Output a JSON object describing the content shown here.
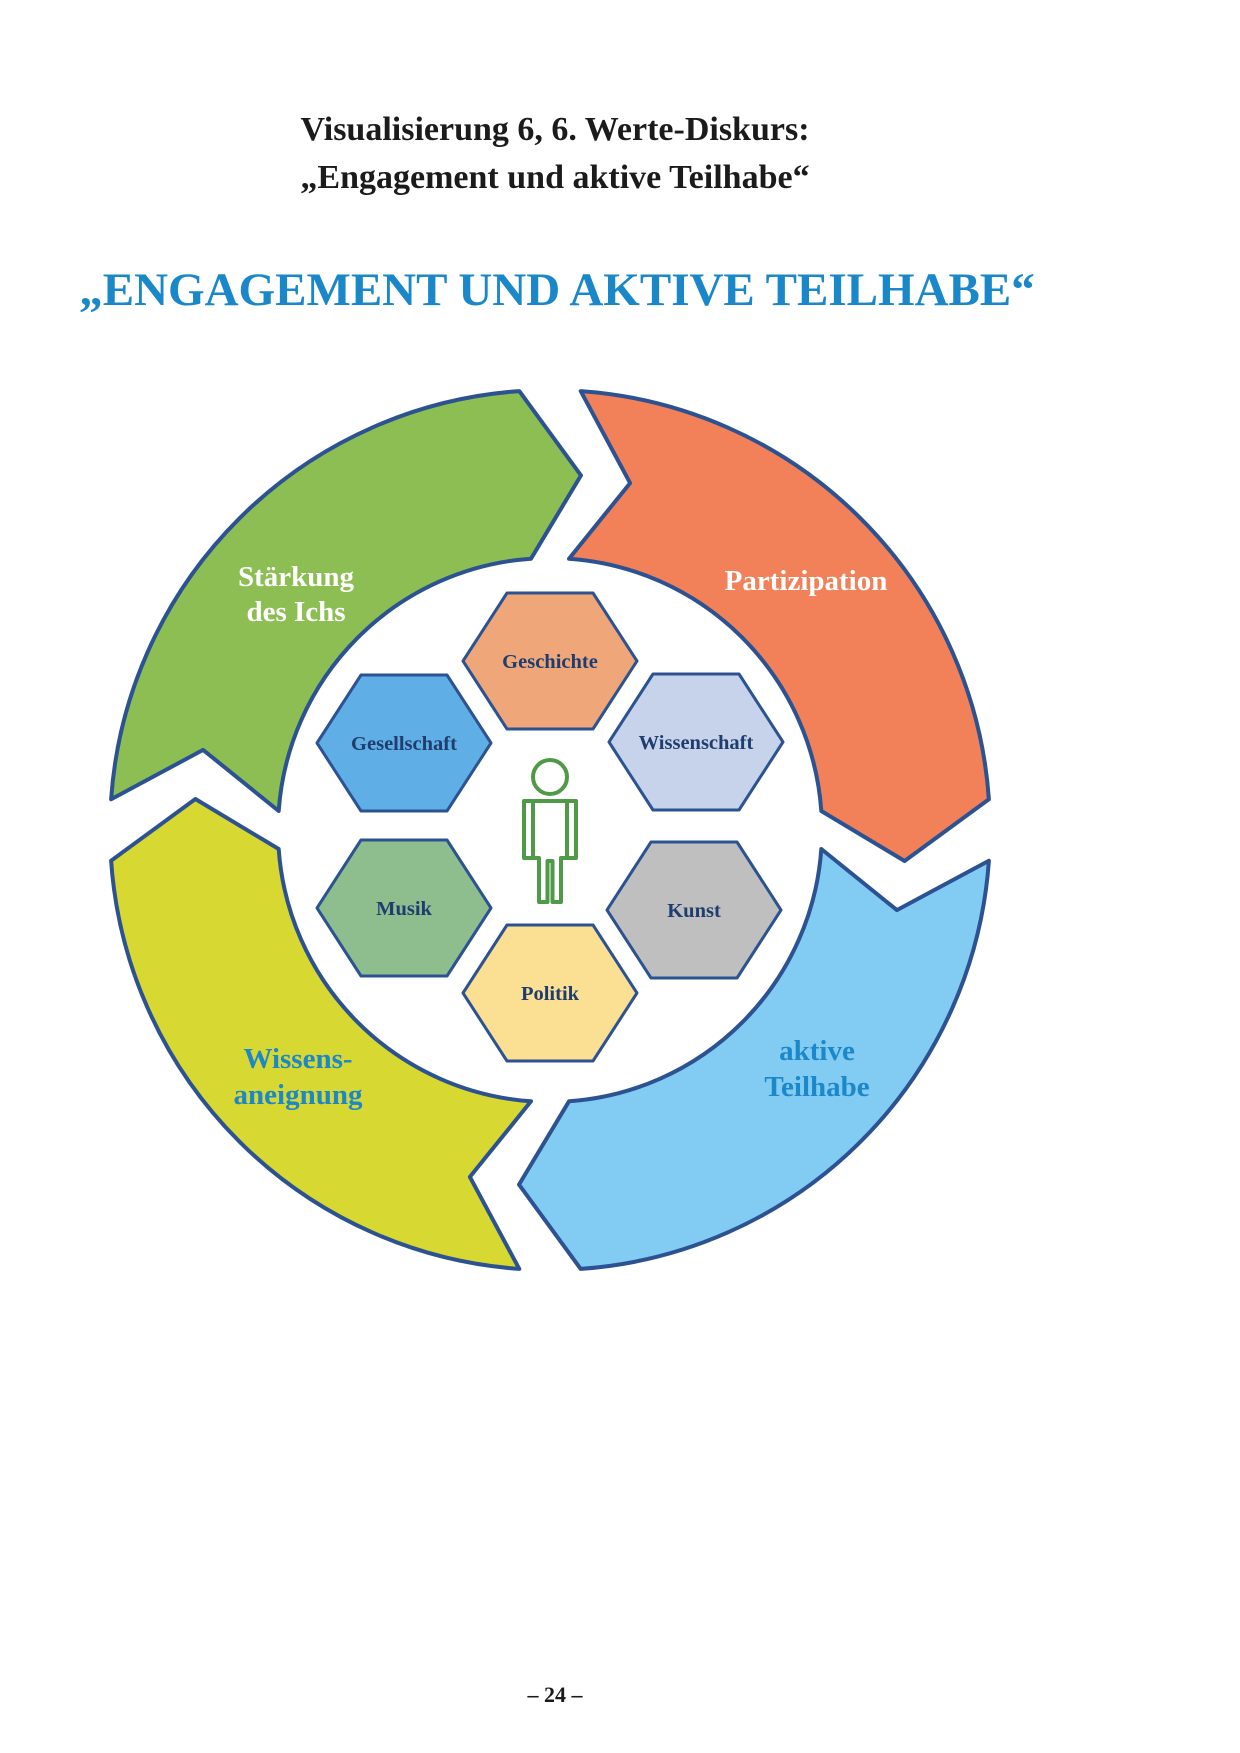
{
  "page": {
    "title_line1": "Visualisierung 6, 6. Werte-Diskurs:",
    "title_line2": "„Engagement und aktive Teilhabe“",
    "heading": "„ENGAGEMENT UND AKTIVE TEILHABE“",
    "heading_color": "#1A87C8",
    "footer": "– 24 –"
  },
  "diagram": {
    "outline_color": "#2D5291",
    "hex_text_color": "#1F3D6E",
    "person_color": "#4E9A47",
    "ring_segments": [
      {
        "position": "top-left",
        "label_line1": "Stärkung",
        "label_line2": "des Ichs",
        "color": "#8CBE53",
        "text_color": "#FFFFFF"
      },
      {
        "position": "top-right",
        "label_line1": "Partizipation",
        "label_line2": "",
        "color": "#F28159",
        "text_color": "#FFFFFF"
      },
      {
        "position": "bottom-right",
        "label_line1": "aktive",
        "label_line2": "Teilhabe",
        "color": "#82CBF2",
        "text_color": "#1C87C9"
      },
      {
        "position": "bottom-left",
        "label_line1": "Wissens-",
        "label_line2": "aneignung",
        "color": "#D7D831",
        "text_color": "#1C87C9"
      }
    ],
    "hexagons": [
      {
        "label": "Geschichte",
        "color": "#EFA679",
        "position": "top"
      },
      {
        "label": "Gesellschaft",
        "color": "#5FAFE6",
        "position": "upper-left"
      },
      {
        "label": "Wissenschaft",
        "color": "#C7D3EA",
        "position": "upper-right"
      },
      {
        "label": "Musik",
        "color": "#8FBE8E",
        "position": "lower-left"
      },
      {
        "label": "Kunst",
        "color": "#BFBFBF",
        "position": "lower-right"
      },
      {
        "label": "Politik",
        "color": "#FBDF92",
        "position": "bottom"
      }
    ]
  }
}
